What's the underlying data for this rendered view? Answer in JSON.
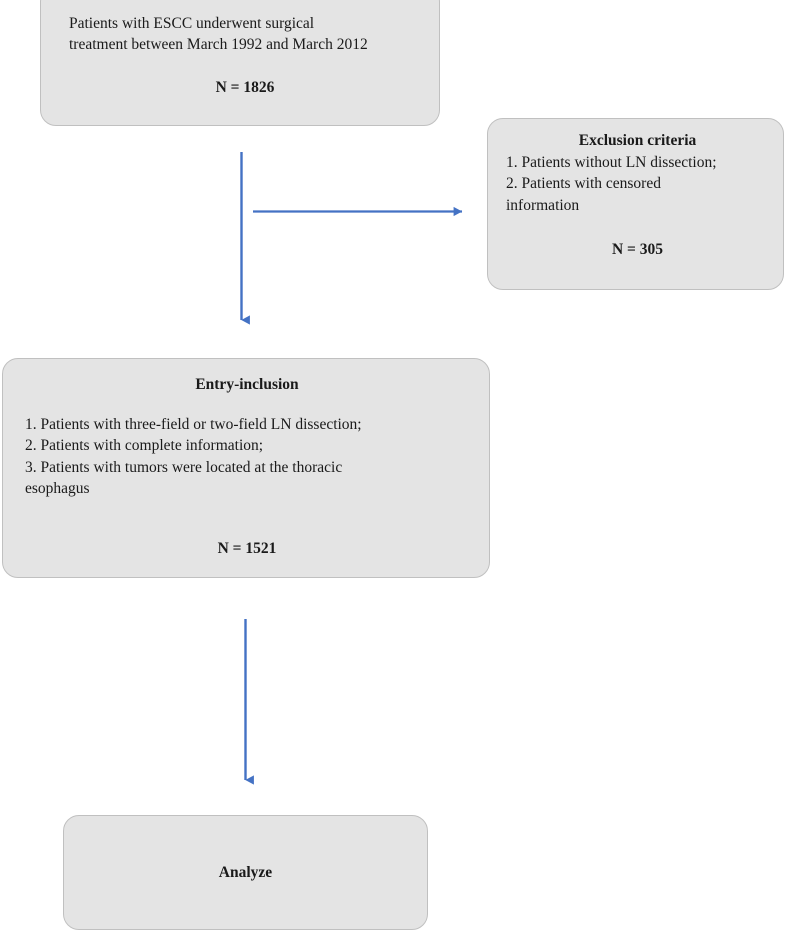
{
  "diagram": {
    "title": "ESCC patient selection flow diagram",
    "type": "flowchart",
    "background_color": "#ffffff",
    "box_fill_color": "#e4e4e4",
    "box_border_color": "#c0c0c0",
    "arrow_color": "#4472c4",
    "text_color": "#1a1a1a"
  },
  "nodes": {
    "source": {
      "line1": "Patients with ESCC underwent surgical",
      "line2": "treatment between March 1992 and March 2012",
      "count": "N = 1826"
    },
    "exclusion": {
      "title": "Exclusion criteria",
      "item1": "1. Patients without LN dissection;",
      "item2": "2. Patients with censored",
      "item2_cont": "information",
      "count": "N = 305"
    },
    "inclusion": {
      "title": "Entry-inclusion",
      "item1": "1. Patients with three-field or two-field LN dissection;",
      "item2": "2. Patients with complete information;",
      "item3": "3. Patients with tumors were located at the thoracic",
      "item3_cont": "esophagus",
      "count": "N = 1521"
    },
    "analyze": {
      "label": "Analyze"
    }
  },
  "connectors": {
    "source_to_exclusion": "branch-arrow-right",
    "source_to_inclusion": "arrow-down",
    "inclusion_to_analyze": "arrow-down"
  }
}
